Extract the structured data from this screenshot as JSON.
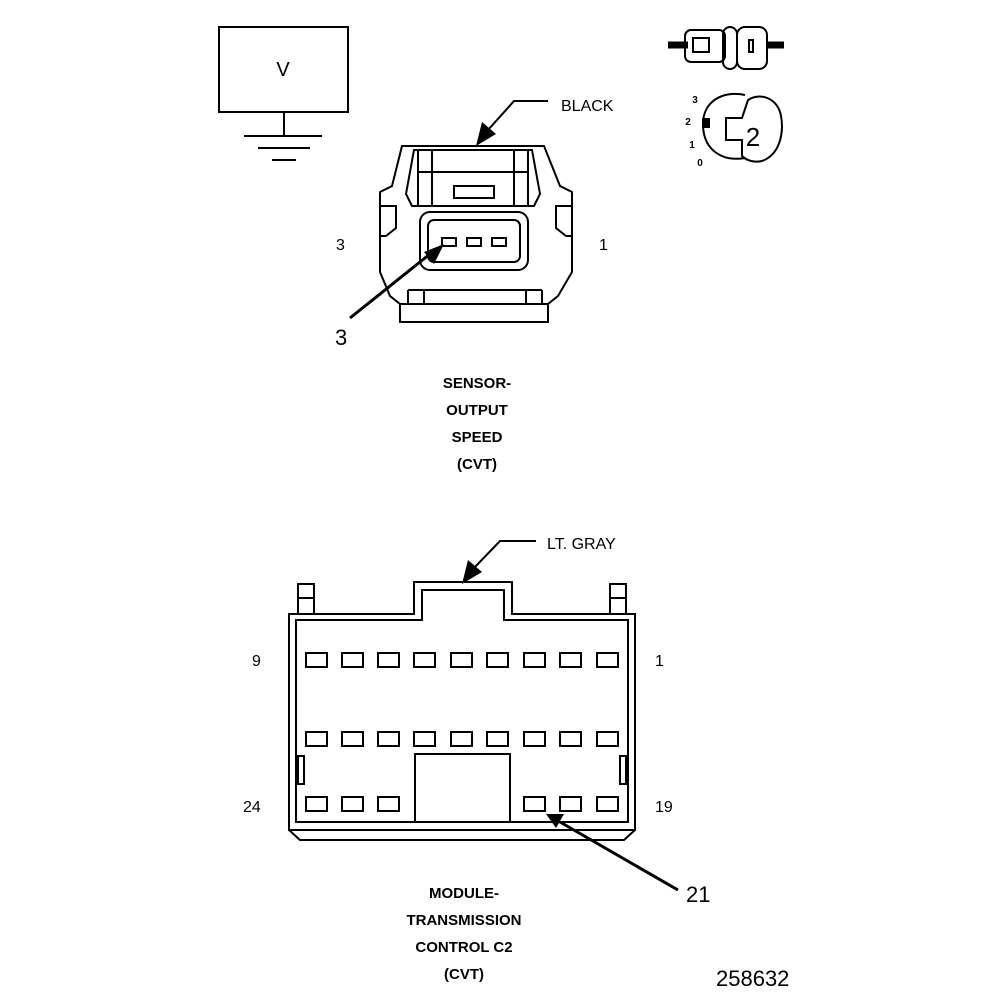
{
  "meter": {
    "symbol": "V"
  },
  "sensor_connector": {
    "color_label": "BLACK",
    "left_pin_label": "3",
    "right_pin_label": "1",
    "callout_pin": "3",
    "title_lines": [
      "SENSOR-",
      "OUTPUT",
      "SPEED",
      "(CVT)"
    ]
  },
  "probe_icon": {
    "scale_marks": [
      "3",
      "2",
      "1",
      "0"
    ],
    "setting": "2"
  },
  "module_connector": {
    "color_label": "LT. GRAY",
    "top_left_pin_label": "9",
    "top_right_pin_label": "1",
    "bottom_left_pin_label": "24",
    "bottom_right_pin_label": "19",
    "callout_pin": "21",
    "title_lines": [
      "MODULE-",
      "TRANSMISSION",
      "CONTROL C2",
      "(CVT)"
    ]
  },
  "figure_number": "258632"
}
